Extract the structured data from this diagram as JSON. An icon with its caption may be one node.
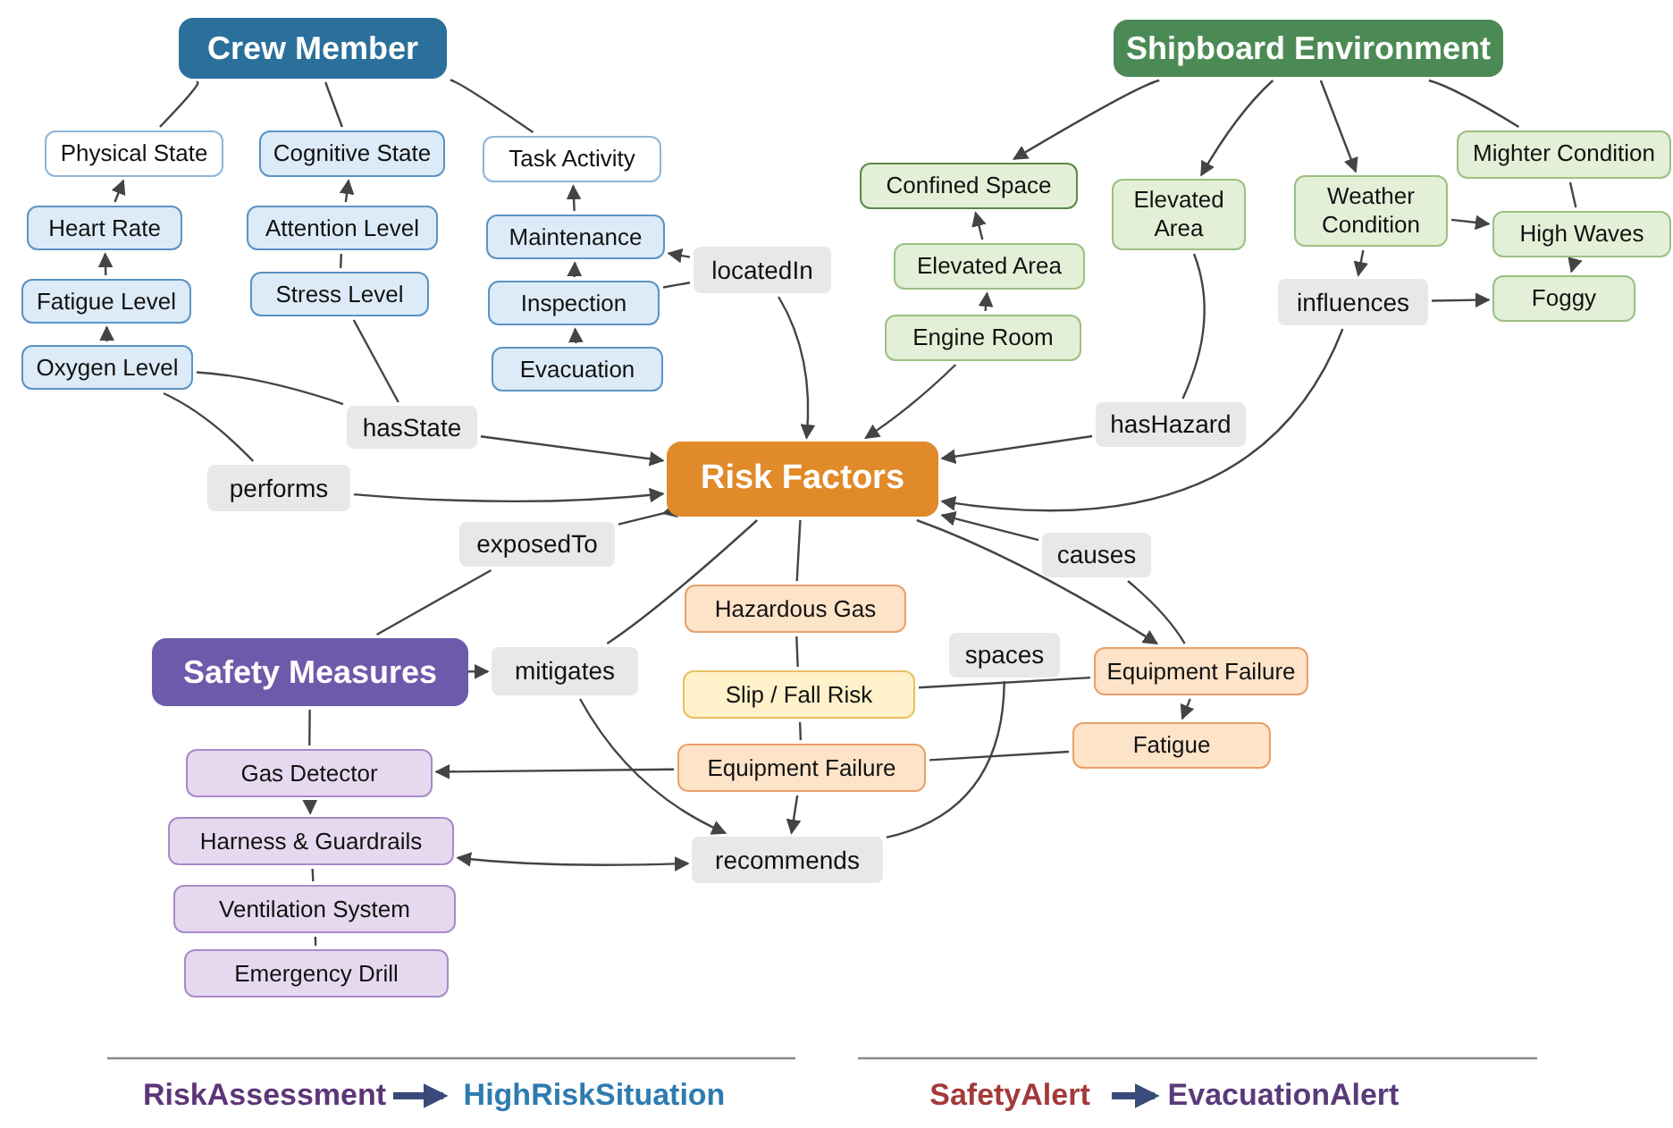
{
  "diagram": {
    "nodes": [
      {
        "text": [
          "Crew Member"
        ]
      },
      {
        "text": [
          "Physical State"
        ]
      },
      {
        "text": [
          "Cognitive State"
        ]
      },
      {
        "text": [
          "Task Activity"
        ]
      },
      {
        "text": [
          "Heart Rate"
        ]
      },
      {
        "text": [
          "Fatigue Level"
        ]
      },
      {
        "text": [
          "Oxygen Level"
        ]
      },
      {
        "text": [
          "Attention Level"
        ]
      },
      {
        "text": [
          "Stress Level"
        ]
      },
      {
        "text": [
          "Maintenance"
        ]
      },
      {
        "text": [
          "Inspection"
        ]
      },
      {
        "text": [
          "Evacuation"
        ]
      },
      {
        "text": [
          "locatedIn"
        ]
      },
      {
        "text": [
          "hasState"
        ]
      },
      {
        "text": [
          "performs"
        ]
      },
      {
        "text": [
          "Shipboard Environment"
        ]
      },
      {
        "text": [
          "Confined Space"
        ]
      },
      {
        "text": [
          "Elevated Area"
        ]
      },
      {
        "text": [
          "Engine Room"
        ]
      },
      {
        "text": [
          "Elevated Area"
        ]
      },
      {
        "text": [
          "Weather Condition"
        ]
      },
      {
        "text": [
          "Mighter Condition"
        ]
      },
      {
        "text": [
          "High Waves"
        ]
      },
      {
        "text": [
          "Foggy"
        ]
      },
      {
        "text": [
          "influences"
        ]
      },
      {
        "text": [
          "hasHazard"
        ]
      },
      {
        "text": [
          "Risk Factors"
        ]
      },
      {
        "text": [
          "exposedTo"
        ]
      },
      {
        "text": [
          "causes"
        ]
      },
      {
        "text": [
          "Safety Measures"
        ]
      },
      {
        "text": [
          "mitigates"
        ]
      },
      {
        "text": [
          "Hazardous Gas"
        ]
      },
      {
        "text": [
          "Slip / Fall Risk"
        ]
      },
      {
        "text": [
          "Equipment Failure"
        ]
      },
      {
        "text": [
          "spaces"
        ]
      },
      {
        "text": [
          "Equipment Failure"
        ]
      },
      {
        "text": [
          "Fatigue"
        ]
      },
      {
        "text": [
          "Gas Detector"
        ]
      },
      {
        "text": [
          "Harness & Guardrails"
        ]
      },
      {
        "text": [
          "Ventilation System"
        ]
      },
      {
        "text": [
          "Emergency Drill"
        ]
      },
      {
        "text": [
          "recommends"
        ]
      },
      {
        "text": [
          "RiskAssessment"
        ]
      },
      {
        "text": [
          "HighRiskSituation"
        ]
      },
      {
        "text": [
          "SafetyAlert"
        ]
      },
      {
        "text": [
          "EvacuationAlert"
        ]
      }
    ],
    "edges": [
      {
        "from": 0,
        "to": 1,
        "arrow": "none"
      },
      {
        "from": 0,
        "to": 2,
        "arrow": "none"
      },
      {
        "from": 0,
        "to": 3,
        "arrow": "none"
      },
      {
        "from": 4,
        "to": 1,
        "arrow": "to"
      },
      {
        "from": 5,
        "to": 4,
        "arrow": "to"
      },
      {
        "from": 6,
        "to": 5,
        "arrow": "to"
      },
      {
        "from": 7,
        "to": 2,
        "arrow": "to"
      },
      {
        "from": 8,
        "to": 7,
        "arrow": "none"
      },
      {
        "from": 9,
        "to": 3,
        "arrow": "to"
      },
      {
        "from": 10,
        "to": 9,
        "arrow": "to"
      },
      {
        "from": 11,
        "to": 10,
        "arrow": "to"
      },
      {
        "from": 12,
        "to": 9,
        "arrow": "to"
      },
      {
        "from": 10,
        "to": 12,
        "arrow": "none"
      },
      {
        "from": 12,
        "to": 26,
        "arrow": "to"
      },
      {
        "from": 6,
        "to": 13,
        "arrow": "none"
      },
      {
        "from": 8,
        "to": 13,
        "arrow": "none"
      },
      {
        "from": 13,
        "to": 26,
        "arrow": "to"
      },
      {
        "from": 6,
        "to": 14,
        "arrow": "none"
      },
      {
        "from": 14,
        "to": 26,
        "arrow": "to"
      },
      {
        "from": 15,
        "to": 16,
        "arrow": "to"
      },
      {
        "from": 15,
        "to": 19,
        "arrow": "to"
      },
      {
        "from": 15,
        "to": 20,
        "arrow": "to"
      },
      {
        "from": 15,
        "to": 21,
        "arrow": "none"
      },
      {
        "from": 17,
        "to": 16,
        "arrow": "to"
      },
      {
        "from": 18,
        "to": 17,
        "arrow": "to"
      },
      {
        "from": 18,
        "to": 26,
        "arrow": "to"
      },
      {
        "from": 19,
        "to": 25,
        "arrow": "none"
      },
      {
        "from": 25,
        "to": 26,
        "arrow": "to"
      },
      {
        "from": 20,
        "to": 22,
        "arrow": "to"
      },
      {
        "from": 21,
        "to": 22,
        "arrow": "none"
      },
      {
        "from": 22,
        "to": 23,
        "arrow": "to"
      },
      {
        "from": 20,
        "to": 24,
        "arrow": "to"
      },
      {
        "from": 24,
        "to": 23,
        "arrow": "to"
      },
      {
        "from": 24,
        "to": 26,
        "arrow": "to"
      },
      {
        "from": 29,
        "to": 27,
        "arrow": "none"
      },
      {
        "from": 27,
        "to": 26,
        "arrow": "to"
      },
      {
        "from": 35,
        "to": 28,
        "arrow": "none"
      },
      {
        "from": 28,
        "to": 26,
        "arrow": "to"
      },
      {
        "from": 26,
        "to": 35,
        "arrow": "to"
      },
      {
        "from": 35,
        "to": 36,
        "arrow": "to"
      },
      {
        "from": 26,
        "to": 31,
        "arrow": "none"
      },
      {
        "from": 31,
        "to": 32,
        "arrow": "none"
      },
      {
        "from": 32,
        "to": 33,
        "arrow": "none"
      },
      {
        "from": 33,
        "to": 41,
        "arrow": "to"
      },
      {
        "from": 32,
        "to": 35,
        "arrow": "none"
      },
      {
        "from": 33,
        "to": 36,
        "arrow": "none"
      },
      {
        "from": 29,
        "to": 30,
        "arrow": "to"
      },
      {
        "from": 26,
        "to": 30,
        "arrow": "none"
      },
      {
        "from": 30,
        "to": 41,
        "arrow": "to"
      },
      {
        "from": 41,
        "to": 34,
        "arrow": "none"
      },
      {
        "from": 33,
        "to": 37,
        "arrow": "to"
      },
      {
        "from": 41,
        "to": 38,
        "arrow": "both"
      },
      {
        "from": 29,
        "to": 37,
        "arrow": "none"
      },
      {
        "from": 37,
        "to": 38,
        "arrow": "to"
      },
      {
        "from": 38,
        "to": 39,
        "arrow": "none"
      },
      {
        "from": 39,
        "to": 40,
        "arrow": "none"
      },
      {
        "from": 42,
        "to": 43,
        "arrow": "to",
        "style": "thick",
        "color": "#3a4a7a"
      },
      {
        "from": 44,
        "to": 45,
        "arrow": "to",
        "style": "thick",
        "color": "#3a4a7a"
      }
    ]
  }
}
